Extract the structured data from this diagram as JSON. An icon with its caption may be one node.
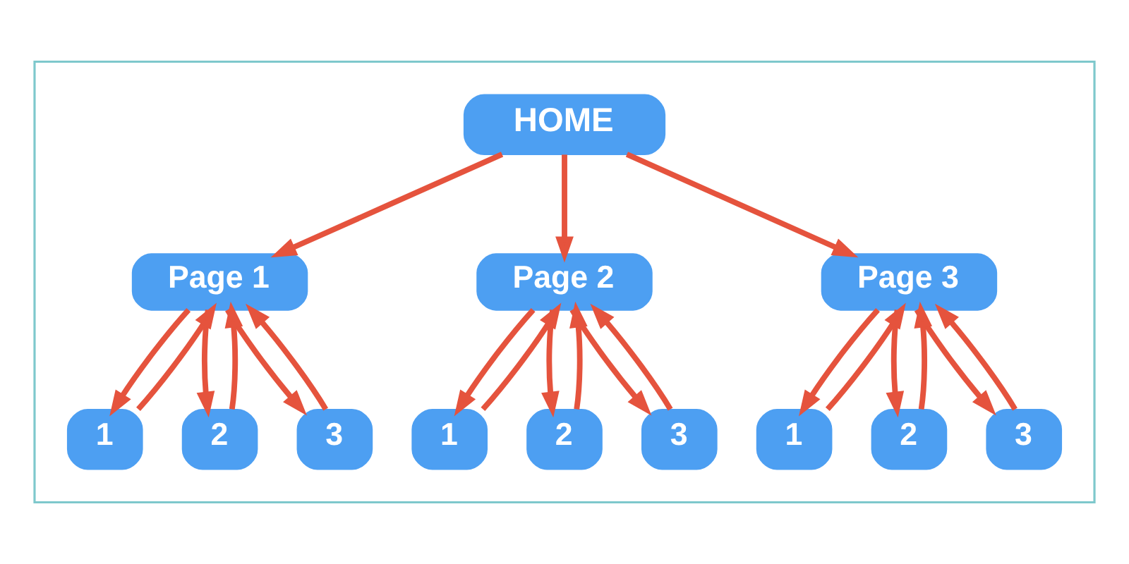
{
  "diagram": {
    "nodes": [
      {
        "text": [],
        "shape": "box"
      },
      {
        "text": [
          "HOME"
        ],
        "in": 0
      },
      {
        "text": [
          "Page 1"
        ],
        "in": 0
      },
      {
        "text": [
          "Page 2"
        ],
        "in": 0
      },
      {
        "text": [
          "Page 3"
        ],
        "in": 0
      },
      {
        "text": [
          "1"
        ],
        "in": 0
      },
      {
        "text": [
          "2"
        ],
        "in": 0
      },
      {
        "text": [
          "3"
        ],
        "in": 0
      },
      {
        "text": [
          "1"
        ],
        "in": 0
      },
      {
        "text": [
          "2"
        ],
        "in": 0
      },
      {
        "text": [
          "3"
        ],
        "in": 0
      },
      {
        "text": [
          "1"
        ],
        "in": 0
      },
      {
        "text": [
          "2"
        ],
        "in": 0
      },
      {
        "text": [
          "3"
        ],
        "in": 0
      }
    ],
    "edges": [
      {
        "from": 1,
        "to": 2,
        "arrow": "to"
      },
      {
        "from": 1,
        "to": 3,
        "arrow": "to"
      },
      {
        "from": 1,
        "to": 4,
        "arrow": "to"
      },
      {
        "from": 2,
        "to": 5,
        "arrow": "to"
      },
      {
        "from": 5,
        "to": 2,
        "arrow": "to"
      },
      {
        "from": 2,
        "to": 6,
        "arrow": "to"
      },
      {
        "from": 6,
        "to": 2,
        "arrow": "to"
      },
      {
        "from": 2,
        "to": 7,
        "arrow": "to"
      },
      {
        "from": 7,
        "to": 2,
        "arrow": "to"
      },
      {
        "from": 3,
        "to": 8,
        "arrow": "to"
      },
      {
        "from": 8,
        "to": 3,
        "arrow": "to"
      },
      {
        "from": 3,
        "to": 9,
        "arrow": "to"
      },
      {
        "from": 9,
        "to": 3,
        "arrow": "to"
      },
      {
        "from": 3,
        "to": 10,
        "arrow": "to"
      },
      {
        "from": 10,
        "to": 3,
        "arrow": "to"
      },
      {
        "from": 4,
        "to": 11,
        "arrow": "to"
      },
      {
        "from": 11,
        "to": 4,
        "arrow": "to"
      },
      {
        "from": 4,
        "to": 12,
        "arrow": "to"
      },
      {
        "from": 12,
        "to": 4,
        "arrow": "to"
      },
      {
        "from": 4,
        "to": 13,
        "arrow": "to"
      },
      {
        "from": 13,
        "to": 4,
        "arrow": "to"
      }
    ]
  }
}
